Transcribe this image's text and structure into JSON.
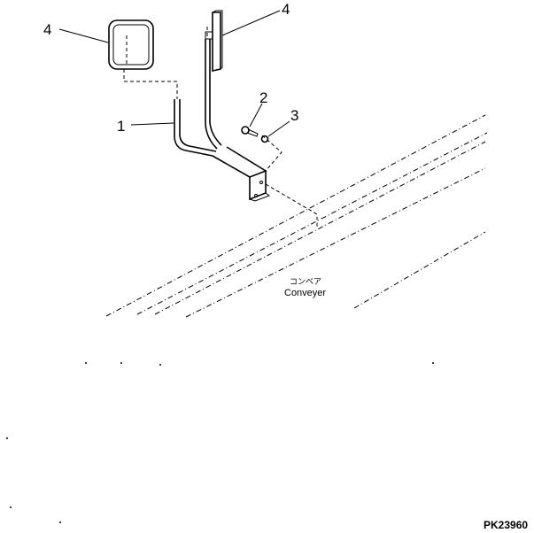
{
  "callouts": {
    "mirror_left": "4",
    "mirror_right": "4",
    "stay": "1",
    "bolt": "2",
    "washer": "3"
  },
  "conveyor": {
    "label_jp": "コンベア",
    "label_en": "Conveyer"
  },
  "figure_code": "PK23960"
}
